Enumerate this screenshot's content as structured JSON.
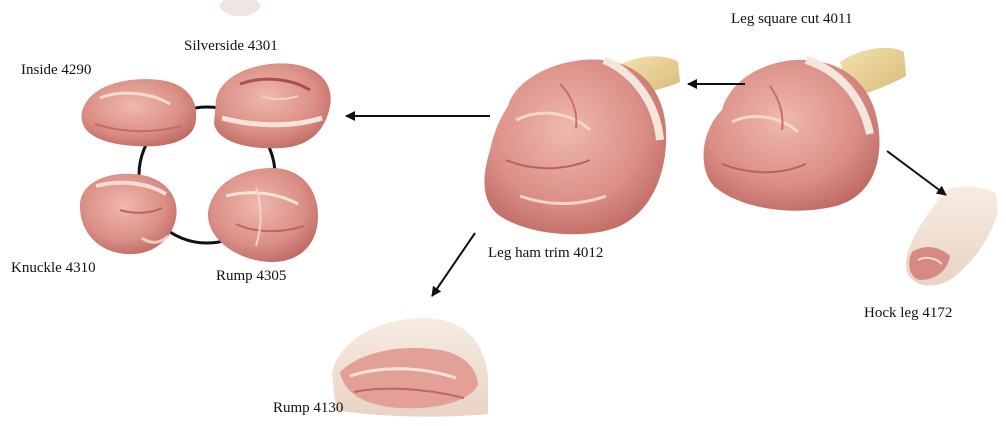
{
  "labels": {
    "inside": "Inside 4290",
    "silverside": "Silverside 4301",
    "knuckle": "Knuckle 4310",
    "rump4305": "Rump 4305",
    "leg_ham_trim": "Leg ham trim 4012",
    "leg_square_cut": "Leg square cut 4011",
    "hock_leg": "Hock leg 4172",
    "rump4130": "Rump 4130"
  },
  "colors": {
    "meat_light": "#e7a9a0",
    "meat_mid": "#d98c82",
    "meat_dark": "#b75a55",
    "fat": "#f3e6dc",
    "bone": "#ead39a",
    "arrow": "#111111"
  }
}
